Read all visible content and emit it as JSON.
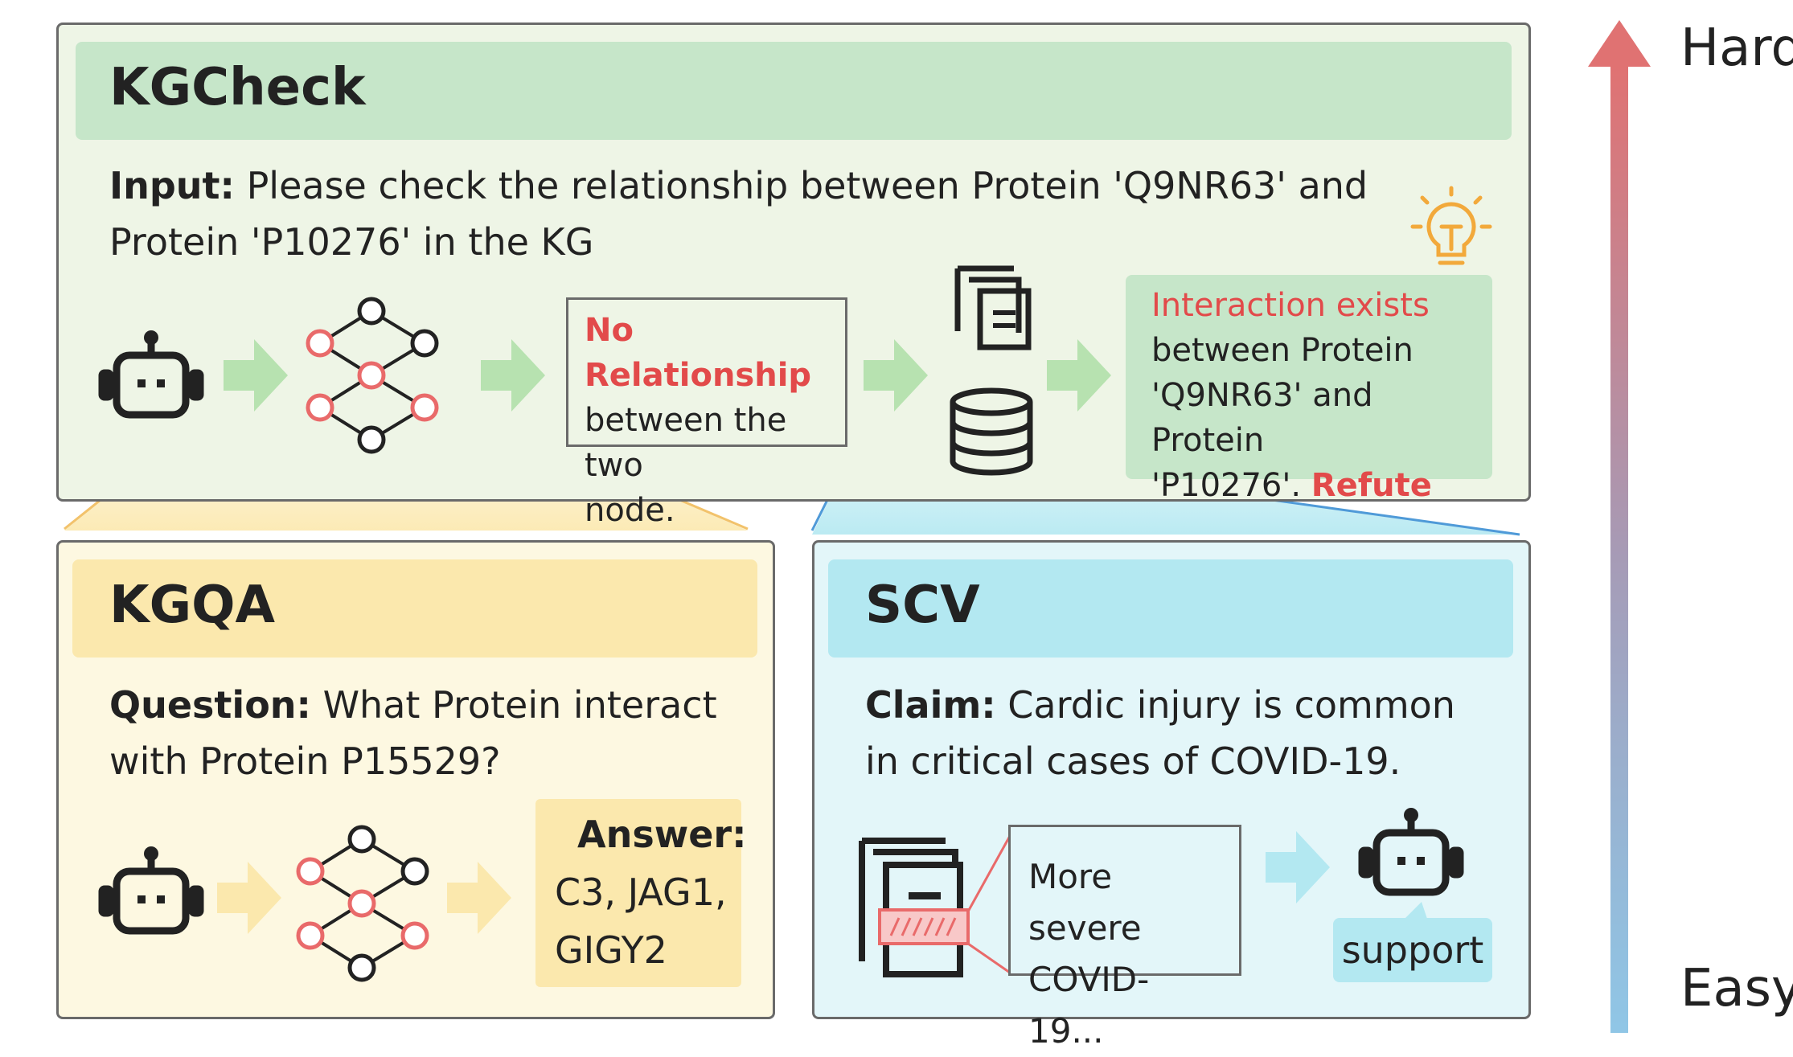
{
  "difficulty_axis": {
    "top_label": "Hard",
    "bottom_label": "Easy"
  },
  "kgcheck": {
    "title": "KGCheck",
    "input_label": "Input:",
    "input_line1": "Please check the relationship between Protein 'Q9NR63' and",
    "input_line2": "Protein 'P10276' in the KG",
    "kg_result_title": "No Relationship",
    "kg_result_line1": "between the two",
    "kg_result_line2": "node.",
    "verdict_line1": "Interaction exists",
    "verdict_line2": "between Protein",
    "verdict_line3": "'Q9NR63' and Protein",
    "verdict_line4": "'P10276'.",
    "verdict_label": "Refute"
  },
  "kgqa": {
    "title": "KGQA",
    "question_label": "Question:",
    "question_line1": "What Protein interact",
    "question_line2": "with Protein P15529?",
    "answer_label": "Answer:",
    "answer_line1": "C3, JAG1,",
    "answer_line2": "GIGY2"
  },
  "scv": {
    "title": "SCV",
    "claim_label": "Claim:",
    "claim_line1": "Cardic injury is common",
    "claim_line2": "in critical cases of COVID-19.",
    "evidence_line1": "More severe",
    "evidence_line2": "COVID-19...",
    "result": "support"
  },
  "colors": {
    "kgcheck_bg": "#eef5e6",
    "kgcheck_title": "#c6e6c9",
    "kgqa_bg": "#fdf8e1",
    "kgqa_title": "#fbe8ad",
    "scv_bg": "#e3f6f9",
    "scv_title": "#b3e8f1",
    "accent_red": "#e24a4a"
  },
  "icons": [
    "robot-icon",
    "knowledge-graph-icon",
    "arrow-right-icon",
    "documents-icon",
    "database-icon",
    "lightbulb-icon",
    "evidence-document-icon"
  ]
}
